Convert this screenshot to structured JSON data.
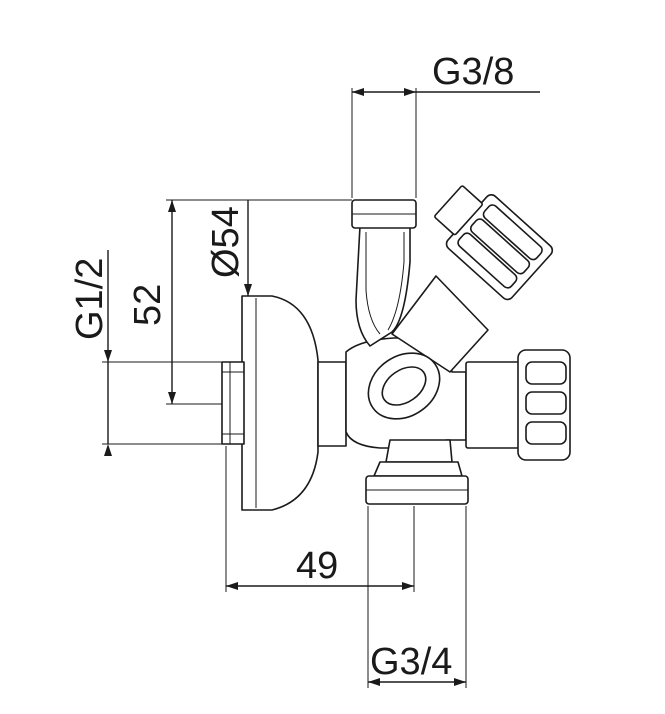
{
  "dimensions": {
    "top_thread": "G3/8",
    "diameter": "Ø54",
    "height": "52",
    "inlet_thread": "G1/2",
    "length": "49",
    "bottom_thread": "G3/4"
  },
  "colors": {
    "line": "#1a1a1a",
    "background": "#ffffff"
  }
}
